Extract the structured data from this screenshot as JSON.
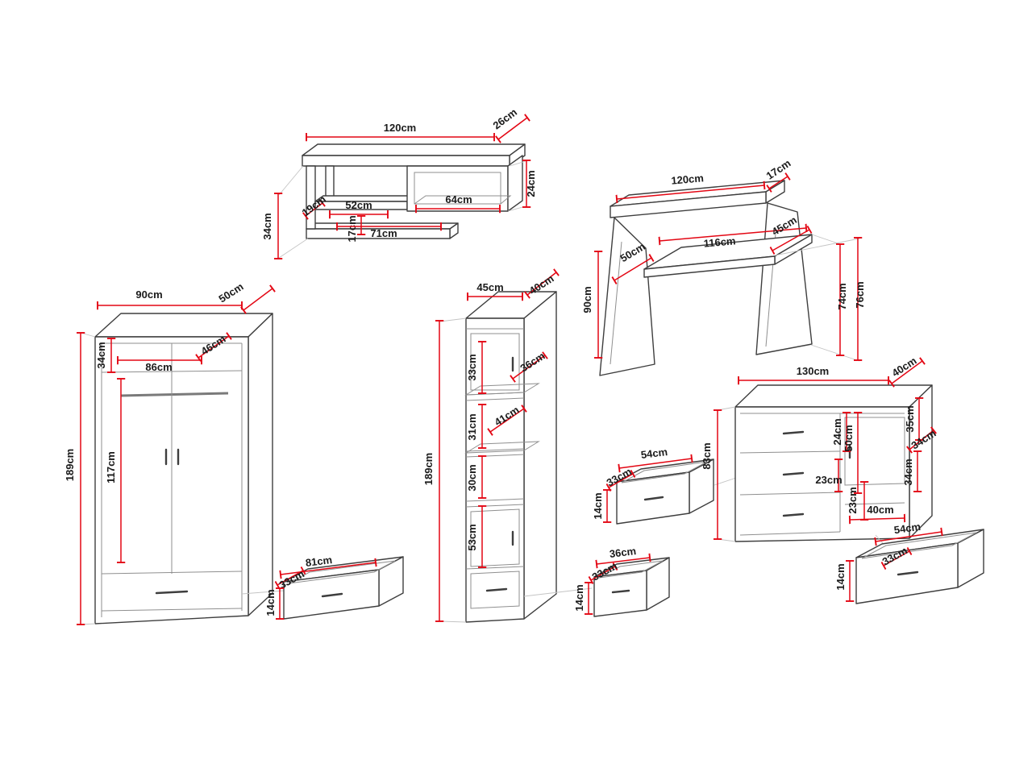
{
  "page": {
    "background": "#ffffff",
    "accent_red": "#e30613",
    "line_color": "#3e3e3e",
    "units": "cm"
  },
  "shelf": {
    "width": "120cm",
    "depth": "26cm",
    "height": "34cm",
    "box_height": "24cm",
    "inner_depth": "19cm",
    "opening_width": "52cm",
    "opening_height": "17cm",
    "bottom_width": "71cm",
    "box_width": "64cm"
  },
  "desk": {
    "width": "120cm",
    "rail_depth": "17cm",
    "left_depth": "50cm",
    "inner_width": "116cm",
    "top_depth": "45cm",
    "height": "90cm",
    "inner_height": "74cm",
    "side_height": "76cm"
  },
  "wardrobe": {
    "width": "90cm",
    "depth": "50cm",
    "height": "189cm",
    "top_section": "34cm",
    "inner_depth": "46cm",
    "inner_width": "86cm",
    "inner_height": "117cm",
    "drawer": {
      "width": "81cm",
      "depth": "33cm",
      "height": "14cm"
    }
  },
  "bookcase": {
    "width": "45cm",
    "depth": "40cm",
    "height": "189cm",
    "s1": "33cm",
    "inner_width": "36cm",
    "s2": "31cm",
    "inner_depth": "41cm",
    "s3": "30cm",
    "s4": "53cm",
    "drawer": {
      "width": "36cm",
      "depth": "33cm",
      "height": "14cm"
    }
  },
  "sideboard": {
    "width": "130cm",
    "depth": "40cm",
    "height": "83cm",
    "door_opening": "24cm",
    "door_section": "50cm",
    "right_top": "35cm",
    "right_diag": "34cm",
    "right_mid": "34cm",
    "drawer_h1": "23cm",
    "drawer_h2": "23cm",
    "door_width": "40cm",
    "side_drawer": {
      "width": "54cm",
      "depth": "33cm",
      "height": "14cm"
    },
    "bottom_drawer": {
      "width": "54cm",
      "depth": "33cm",
      "height": "14cm"
    }
  }
}
